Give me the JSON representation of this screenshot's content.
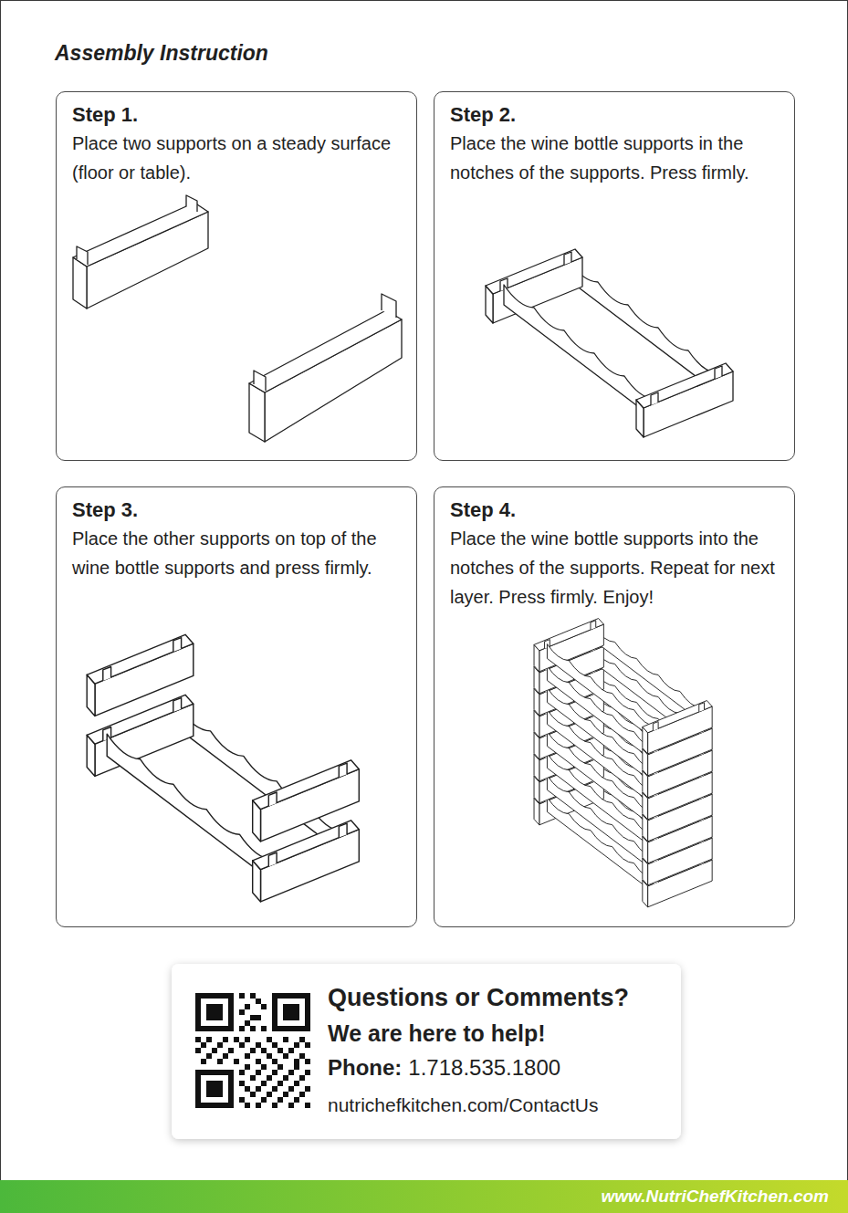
{
  "diagram": {
    "title": "Assembly Instruction",
    "nodes": [
      {
        "text": [
          "Step 1.",
          "Place two supports on a steady surface (floor or table)."
        ]
      },
      {
        "text": [
          "Step 2.",
          "Place the wine bottle supports in the notches of the supports. Press firmly."
        ]
      },
      {
        "text": [
          "Step 3.",
          "Place the other supports on top of the wine bottle supports and press firmly."
        ]
      },
      {
        "text": [
          "Step 4.",
          "Place the wine bottle supports into the notches of the supports. Repeat for next layer. Press firmly. Enjoy!"
        ]
      },
      {
        "text": [
          "Questions or Comments?",
          "We are here to help!",
          "Phone:",
          "1.718.535.1800",
          "nutrichefkitchen.com/ContactUs"
        ]
      },
      {
        "text": [
          "www.NutriChefKitchen.com"
        ]
      }
    ]
  }
}
